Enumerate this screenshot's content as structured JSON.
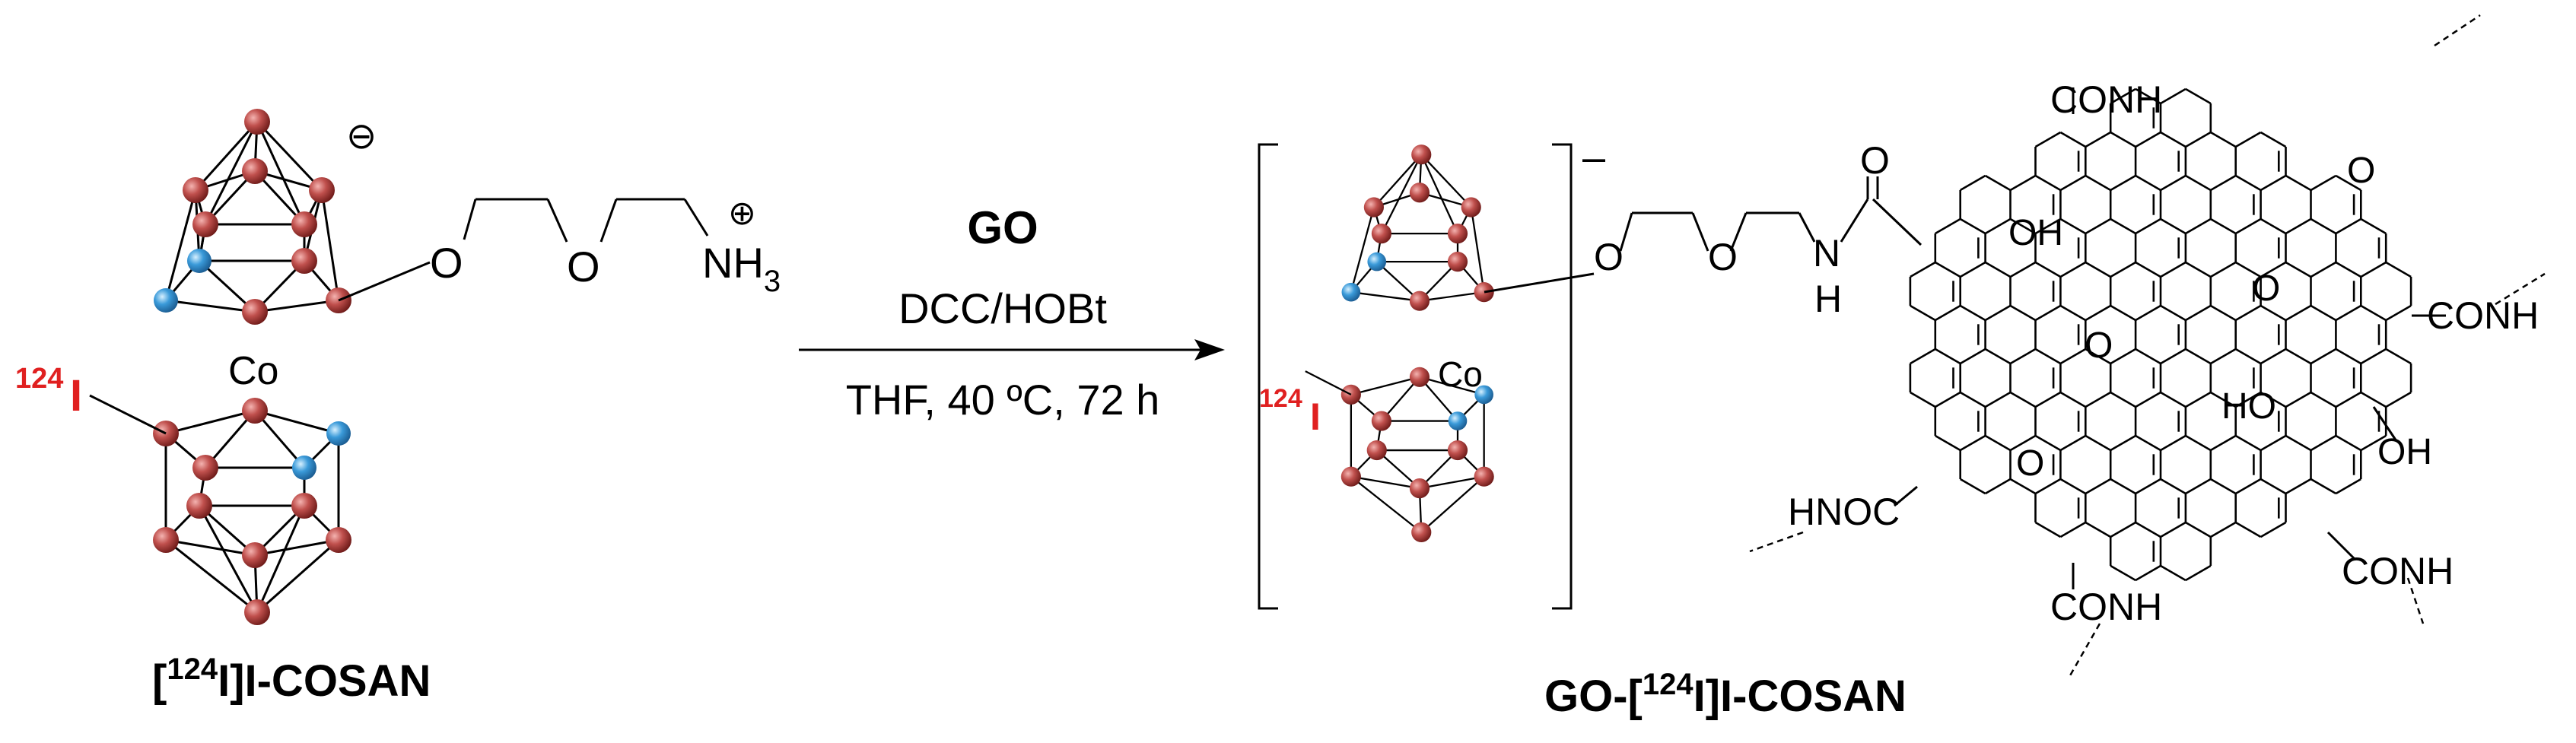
{
  "colors": {
    "boron": "#a83232",
    "carbon": "#3a9ad9",
    "iodine_label": "#e02020",
    "bond": "#000000"
  },
  "reactant": {
    "isotope": "124",
    "iodine": "I",
    "metal": "Co",
    "charge": "⊖",
    "linker_o1": "O",
    "linker_o2": "O",
    "amine_symbol": "⊕",
    "amine_nh": "NH",
    "amine_sub": "3",
    "name_open": "[",
    "name_iso": "124",
    "name_close": "I]I-COSAN"
  },
  "conditions": {
    "reagent": "GO",
    "coupling": "DCC/HOBt",
    "solvent_temp_time": "THF,  40 ºC, 72 h"
  },
  "product": {
    "isotope": "124",
    "iodine": "I",
    "metal": "Co",
    "charge": "–",
    "linker_o1": "O",
    "linker_o2": "O",
    "amide_n": "N",
    "amide_h": "H",
    "amide_o": "O",
    "name_prefix": "GO-[",
    "name_iso": "124",
    "name_close": "I]I-COSAN"
  },
  "go_sheet": {
    "conh_top": "CONH",
    "conh_right": "CONH",
    "conh_bottom_right": "CONH",
    "conh_bottom": "CONH",
    "hnoc_left": "HNOC",
    "oh_upper": "OH",
    "oh_right": "OH",
    "ho_mid": "HO",
    "epoxide_o1": "O",
    "epoxide_o2": "O",
    "epoxide_o3": "O",
    "epoxide_o4": "O"
  }
}
